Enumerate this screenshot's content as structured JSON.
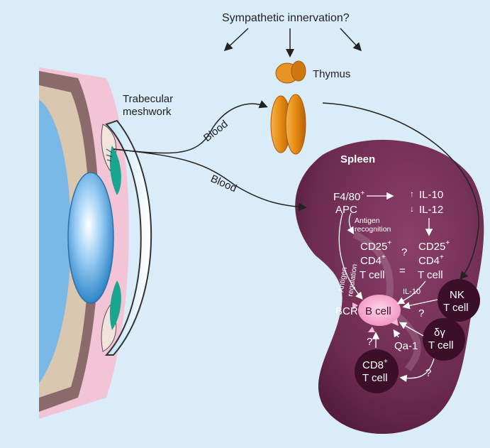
{
  "top": {
    "innervation": "Sympathetic innervation?"
  },
  "labels": {
    "thymus": "Thymus",
    "trabecular_line1": "Trabecular",
    "trabecular_line2": "meshwork",
    "blood_upper": "Blood",
    "blood_lower": "Blood",
    "spleen": "Spleen"
  },
  "spleen": {
    "f4_line1": "F4/80",
    "f4_sup": "+",
    "apc": "APC",
    "il10_arrow": "↑",
    "il10": "IL-10",
    "il12_arrow": "↓",
    "il12": "IL-12",
    "antigen_recognition_line1": "Antigen",
    "antigen_recognition_line2": "recognition",
    "cd25_left": "CD25",
    "cd25_left_sup": "+",
    "cd4_left": "CD4",
    "cd4_left_sup": "+",
    "tcell_left": "T cell",
    "question_mid": "?",
    "equals": "=",
    "cd25_right": "CD25",
    "cd25_right_sup": "+",
    "cd4_right": "CD4",
    "cd4_right_sup": "+",
    "tcell_right": "T cell",
    "antigen_regulation_line1": "Antigen",
    "antigen_regulation_line2": "regulation",
    "il10_small": "IL-10",
    "nk_line1": "NK",
    "nk_line2": "T cell",
    "bcell": "B cell",
    "q_nk": "?",
    "bcr": "BCR",
    "dg_line1": "δγ",
    "dg_line2": "T cell",
    "q_cd8": "?",
    "qa1": "Qa-1",
    "cd8_line1": "CD8",
    "cd8_sup": "+",
    "cd8_line2": "T cell",
    "q_bottom": "?"
  },
  "colors": {
    "background": "#d9ecf7",
    "spleen": "#6b2a4e",
    "thymus": "#e8901a",
    "bcell": "#f2a6c8",
    "eye_blue": "#7ab8e8"
  }
}
